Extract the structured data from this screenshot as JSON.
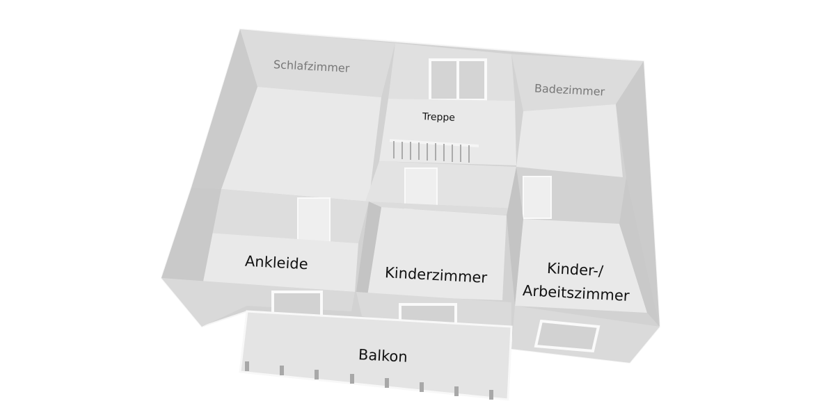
{
  "floorplan": {
    "rooms": {
      "schlafzimmer": "Schlafzimmer",
      "treppe": "Treppe",
      "badezimmer": "Badezimmer",
      "ankleide": "Ankleide",
      "kinderzimmer": "Kinderzimmer",
      "kinder_arbeitszimmer_line1": "Kinder-/",
      "kinder_arbeitszimmer_line2": "Arbeitszimmer",
      "balkon": "Balkon"
    },
    "colors": {
      "wall": "#cfcfcf",
      "floor": "#e9e9e9",
      "edge": "#f7f7f7"
    }
  }
}
